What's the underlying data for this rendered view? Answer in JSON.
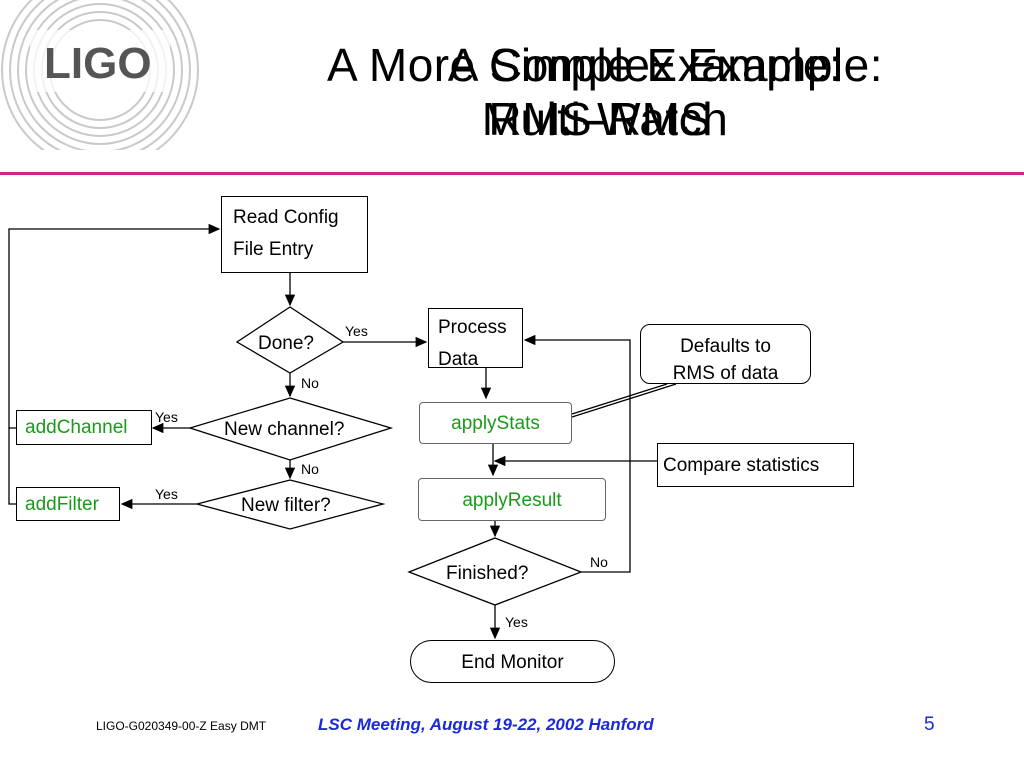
{
  "header": {
    "logo_text": "LIGO",
    "title_a": "A More Complex Example:",
    "title_a2": "Multi-Watch",
    "title_b": "A Simple Example:",
    "title_b2": "RMS-RMS"
  },
  "nodes": {
    "read_config": [
      "Read Config",
      "File Entry"
    ],
    "done": "Done?",
    "new_channel": "New channel?",
    "new_filter": "New filter?",
    "add_channel": "addChannel",
    "add_filter": "addFilter",
    "process_data": [
      "Process",
      "Data"
    ],
    "apply_stats": "applyStats",
    "apply_result": "applyResult",
    "finished": "Finished?",
    "end_monitor": "End Monitor",
    "defaults_note": [
      "Defaults to",
      "RMS of data"
    ],
    "compare_stats": "Compare statistics"
  },
  "edge_labels": {
    "done_yes": "Yes",
    "done_no": "No",
    "channel_yes": "Yes",
    "channel_no": "No",
    "filter_yes": "Yes",
    "finished_no": "No",
    "finished_yes": "Yes"
  },
  "footer": {
    "doc_id": "LIGO-G020349-00-Z Easy DMT",
    "meeting": "LSC Meeting, August 19-22, 2002 Hanford",
    "page": "5"
  },
  "colors": {
    "accent_rule": "#d4238c",
    "function_text": "#1a9a1a",
    "footer_text": "#1a2ad8"
  }
}
